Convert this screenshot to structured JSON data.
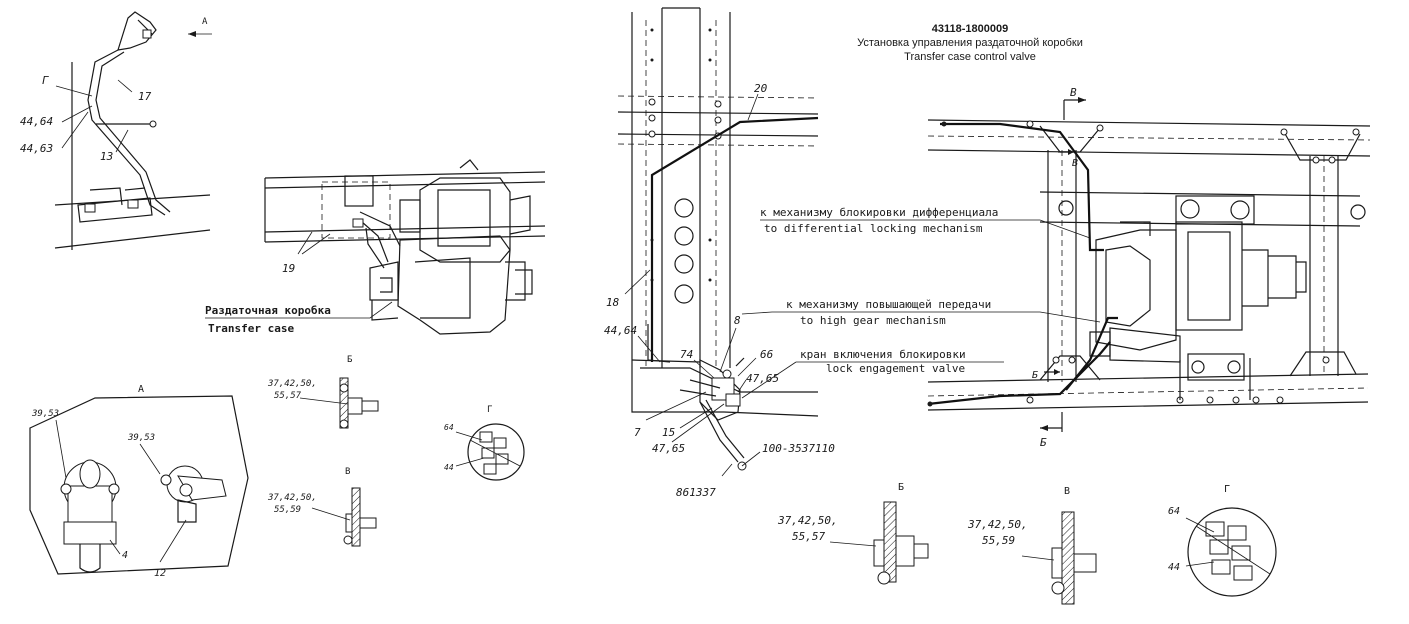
{
  "header": {
    "part_number": "43118-1800009",
    "title_ru": "Установка управления раздаточной коробки",
    "title_en": "Transfer case control valve"
  },
  "callouts_left": {
    "view_a_arrow": "A",
    "label_g": "Г",
    "ref_17": "17",
    "ref_44_64": "44,64",
    "ref_44_63": "44,63",
    "ref_13": "13",
    "ref_19": "19",
    "transfer_case_ru": "Раздаточная коробка",
    "transfer_case_en": "Transfer case"
  },
  "view_a": {
    "title": "А",
    "ref_39_53_left": "39,53",
    "ref_39_53_right": "39,53",
    "ref_4": "4",
    "ref_12": "12"
  },
  "small_sections": {
    "b_title": "Б",
    "b_ref_line1": "37,42,50,",
    "b_ref_line2": "55,57",
    "v_title": "В",
    "v_ref_line1": "37,42,50,",
    "v_ref_line2": "55,59",
    "g_title": "Г",
    "g_ref_64": "64",
    "g_ref_44": "44"
  },
  "center": {
    "ref_20": "20",
    "ref_18": "18",
    "ref_44_64": "44,64",
    "ref_8": "8",
    "ref_74": "74",
    "ref_66": "66",
    "ref_47_65_top": "47,65",
    "ref_7": "7",
    "ref_15": "15",
    "ref_47_65_bottom": "47,65",
    "ref_100": "100-3537110",
    "ref_861337": "861337"
  },
  "annotations": {
    "diff_lock_ru": "к механизму блокировки дифференциала",
    "diff_lock_en": "to differential locking mechanism",
    "high_gear_ru": "к механизму повышающей передачи",
    "high_gear_en": "to high gear mechanism",
    "lock_valve_ru": "кран включения блокировки",
    "lock_valve_en": "lock engagement valve"
  },
  "right_view": {
    "section_v_top": "В",
    "section_v_small": "В",
    "section_b_left": "Б",
    "section_b_bottom": "Б"
  },
  "large_sections": {
    "b_title": "Б",
    "b_ref_line1": "37,42,50,",
    "b_ref_line2": "55,57",
    "v_title": "В",
    "v_ref_line1": "37,42,50,",
    "v_ref_line2": "55,59",
    "g_title": "Г",
    "g_ref_64": "64",
    "g_ref_44": "44"
  }
}
